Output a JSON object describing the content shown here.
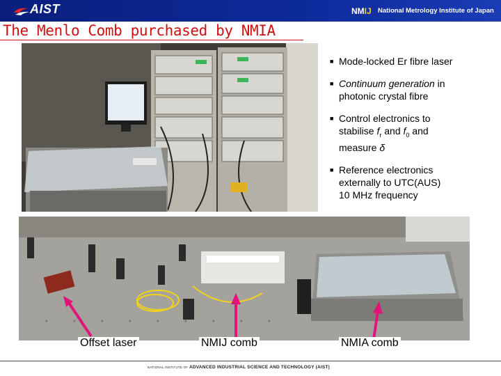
{
  "header": {
    "logo_text": "AIST",
    "nmij_mark_nm": "NM",
    "nmij_mark_ij": "IJ",
    "institute_name": "National Metrology Institute of Japan"
  },
  "title": "The Menlo Comb purchased by NMIA",
  "bullets": [
    {
      "lines": [
        "Mode-locked Er fibre laser"
      ]
    },
    {
      "line1_italic": "Continuum generation",
      "line1_rest": " in",
      "line2": "photonic crystal fibre"
    },
    {
      "line1": "Control electronics to",
      "line2_pre": "stabilise ",
      "f_r": "f",
      "r_sub": "r",
      "line2_mid": " and ",
      "f_0": "f",
      "zero_sub": "0",
      "line2_post": " and",
      "line3_pre": "measure ",
      "delta": "δ"
    },
    {
      "lines": [
        "Reference electronics",
        "externally to UTC(AUS)",
        "10 MHz frequency"
      ]
    }
  ],
  "labels": {
    "offset": "Offset laser",
    "nmij": "NMIJ comb",
    "nmia": "NMIA comb"
  },
  "footer": {
    "prefix": "NATIONAL INSTITUTE OF",
    "text": "ADVANCED INDUSTRIAL SCIENCE AND TECHNOLOGY (AIST)"
  },
  "colors": {
    "header_blue": "#0d2a9a",
    "title_red": "#d01010",
    "arrow_magenta": "#e0147a"
  }
}
